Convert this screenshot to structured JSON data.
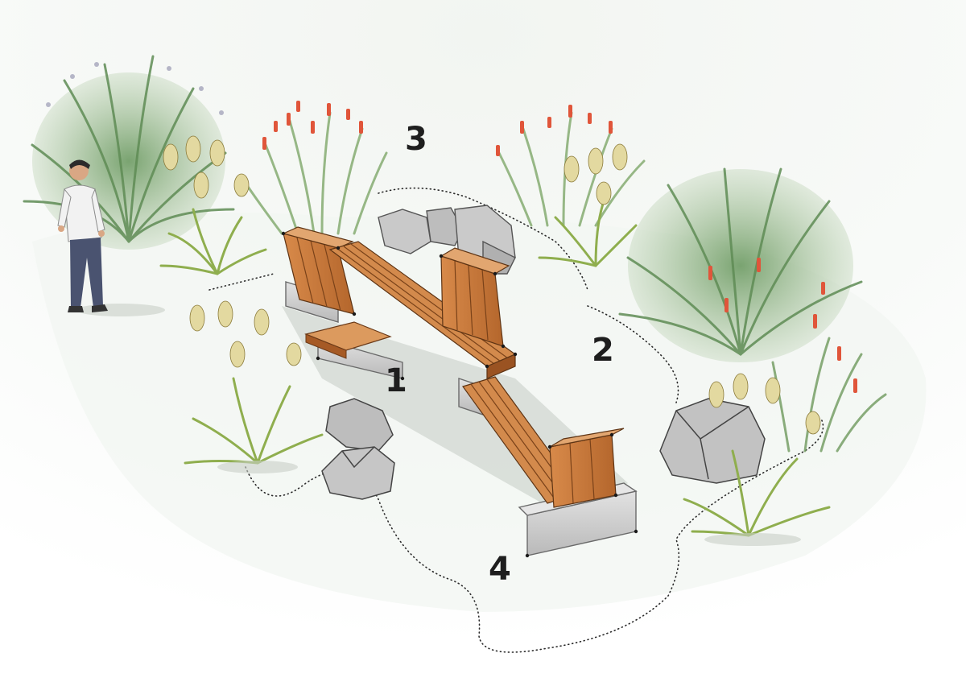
{
  "labels": {
    "one": "1",
    "two": "2",
    "three": "3",
    "four": "4"
  },
  "colors": {
    "wood": "#c8783a",
    "wood_dark": "#9a5322",
    "wood_light": "#dc9a5e",
    "concrete": "#d6d6d6",
    "concrete_dark": "#a9a9a9",
    "rock": "#bdbdbd",
    "grass": "#6f9a5e",
    "grass_light": "#a9c08a",
    "flax": "#e3d9a0",
    "flower_red": "#e0553a",
    "ground_shadow": "#c8cfc6",
    "ink": "#1e1e1e"
  },
  "icons": {
    "person": "person-figure-icon",
    "bench": "bench-icon",
    "rock": "boulder-icon",
    "plant": "grass-clump-icon"
  }
}
